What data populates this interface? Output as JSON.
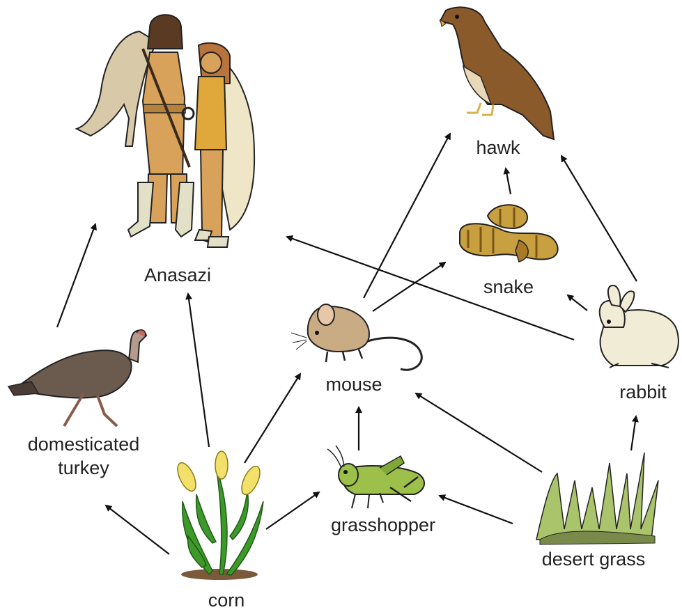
{
  "organisms": {
    "anasazi": "Anasazi",
    "hawk": "hawk",
    "snake": "snake",
    "mouse": "mouse",
    "rabbit": "rabbit",
    "turkey_line1": "domesticated",
    "turkey_line2": "turkey",
    "grasshopper": "grasshopper",
    "corn": "corn",
    "desert_grass": "desert grass"
  },
  "feeding_links": [
    [
      "corn",
      "Anasazi"
    ],
    [
      "corn",
      "domesticated turkey"
    ],
    [
      "corn",
      "mouse"
    ],
    [
      "corn",
      "grasshopper"
    ],
    [
      "domesticated turkey",
      "Anasazi"
    ],
    [
      "rabbit",
      "Anasazi"
    ],
    [
      "grasshopper",
      "mouse"
    ],
    [
      "desert grass",
      "grasshopper"
    ],
    [
      "desert grass",
      "mouse"
    ],
    [
      "desert grass",
      "rabbit"
    ],
    [
      "mouse",
      "hawk"
    ],
    [
      "mouse",
      "snake"
    ],
    [
      "snake",
      "hawk"
    ],
    [
      "rabbit",
      "hawk"
    ],
    [
      "rabbit",
      "snake"
    ]
  ],
  "colors": {
    "arrow": "#111111",
    "hawk": "#8a5a2b",
    "snake": "#c9a040",
    "mouse": "#c9ab84",
    "rabbit": "#f1ecd6",
    "turkey": "#6b5a4e",
    "grasshopper": "#9cc04a",
    "corn_leaf": "#3d9a2a",
    "grass": "#a9c46a",
    "anasazi_skin": "#d9a25a"
  }
}
